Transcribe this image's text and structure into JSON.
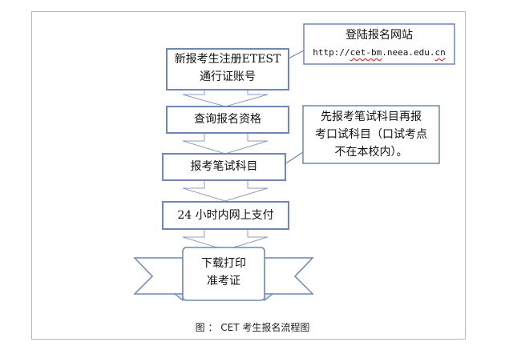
{
  "steps": {
    "register_line1": "新报考生注册ETEST",
    "register_line2": "通行证账号",
    "query": "查询报名资格",
    "written": "报考笔试科目",
    "pay": "24 小时内网上支付",
    "print_line1": "下载打印",
    "print_line2": "准考证"
  },
  "notes": {
    "login_title": "登陆报名网站",
    "login_url_part1": "http://",
    "login_url_part2": "cet-bm",
    "login_url_part3": ".neea.edu.",
    "login_url_part4": "cn",
    "order_line1": "先报考笔试科目再报",
    "order_line2": "考口试科目（口试考点",
    "order_line3": "不在本校内）。"
  },
  "caption": "图 ： CET 考生报名流程图",
  "colors": {
    "box_border": "#6f86b6",
    "arrow_fill": "#ffffff",
    "arrow_stroke": "#8c9cc0",
    "frame_border": "#b8b8b8"
  }
}
